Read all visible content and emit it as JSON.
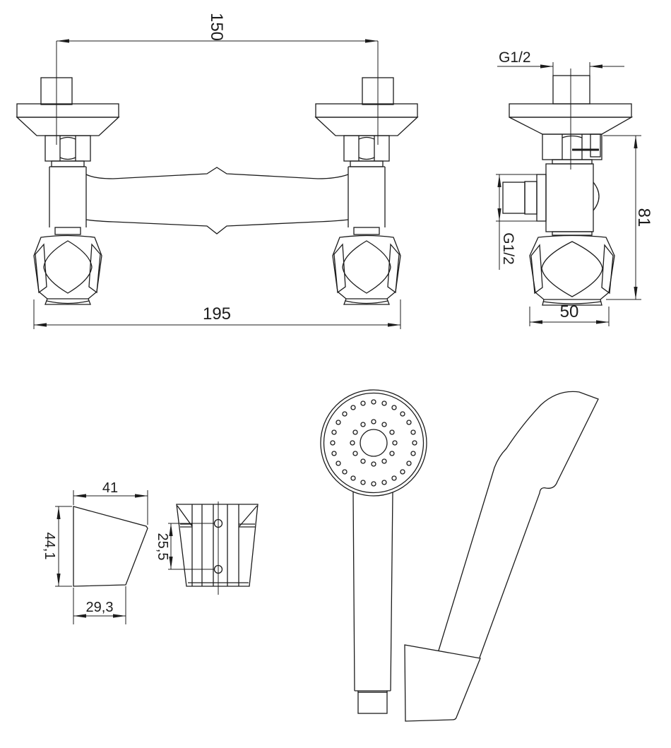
{
  "drawing": {
    "background": "#ffffff",
    "line_color": "#1c1c1c",
    "views": {
      "mixer_front": {
        "dims": {
          "inlet_spacing": "150",
          "overall_width": "195"
        }
      },
      "mixer_side": {
        "dims": {
          "inlet_thread": "G1/2",
          "outlet_thread": "G1/2",
          "body_height": "81",
          "knob_width": "50"
        }
      },
      "wall_bracket": {
        "dims": {
          "top_width": "41",
          "height": "44,1",
          "bottom_width": "29,3",
          "hole_spacing": "25,5"
        }
      }
    }
  }
}
